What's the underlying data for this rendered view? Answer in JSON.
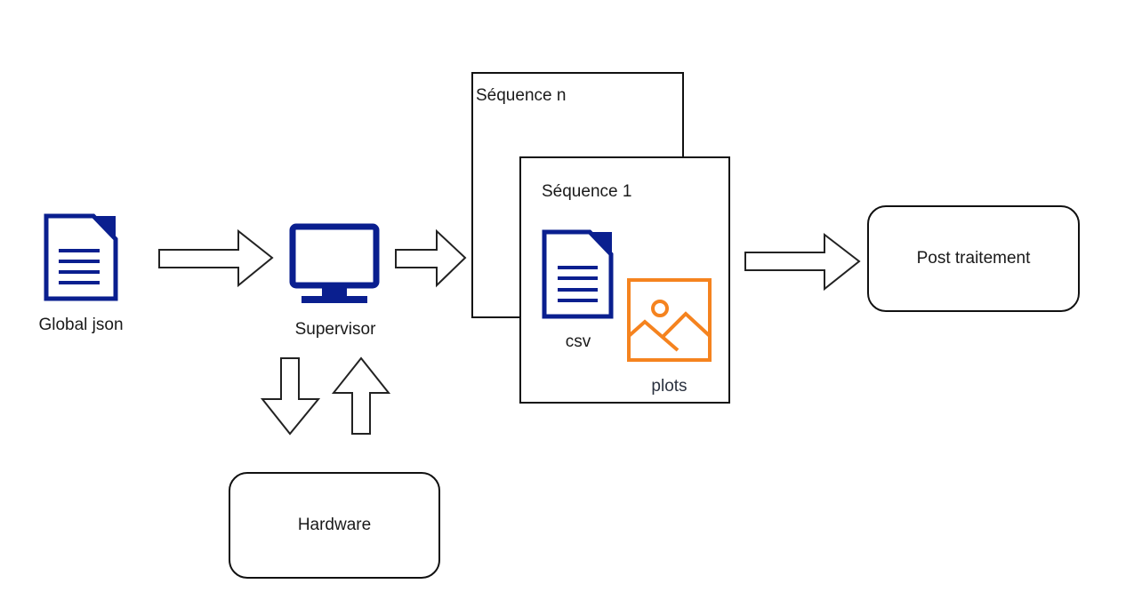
{
  "diagram": {
    "nodes": {
      "global_json": {
        "label": "Global json",
        "icon": "document-icon"
      },
      "supervisor": {
        "label": "Supervisor",
        "icon": "monitor-icon"
      },
      "sequence_n": {
        "label": "Séquence n"
      },
      "sequence_1": {
        "label": "Séquence 1"
      },
      "csv": {
        "label": "csv",
        "icon": "document-icon"
      },
      "plots": {
        "label": "plots",
        "icon": "image-icon"
      },
      "post_traitement": {
        "label": "Post traitement"
      },
      "hardware": {
        "label": "Hardware"
      }
    },
    "edges": [
      {
        "from": "global_json",
        "to": "supervisor"
      },
      {
        "from": "supervisor",
        "to": "sequence_n"
      },
      {
        "from": "sequence_1",
        "to": "post_traitement"
      },
      {
        "from": "supervisor",
        "to": "hardware"
      },
      {
        "from": "hardware",
        "to": "supervisor"
      }
    ],
    "colors": {
      "doc_icon": "#0a1f8f",
      "monitor_icon": "#0a1f8f",
      "image_icon": "#f5831f",
      "stroke": "#1a1a1a",
      "plots_label": "#2b3240"
    }
  }
}
